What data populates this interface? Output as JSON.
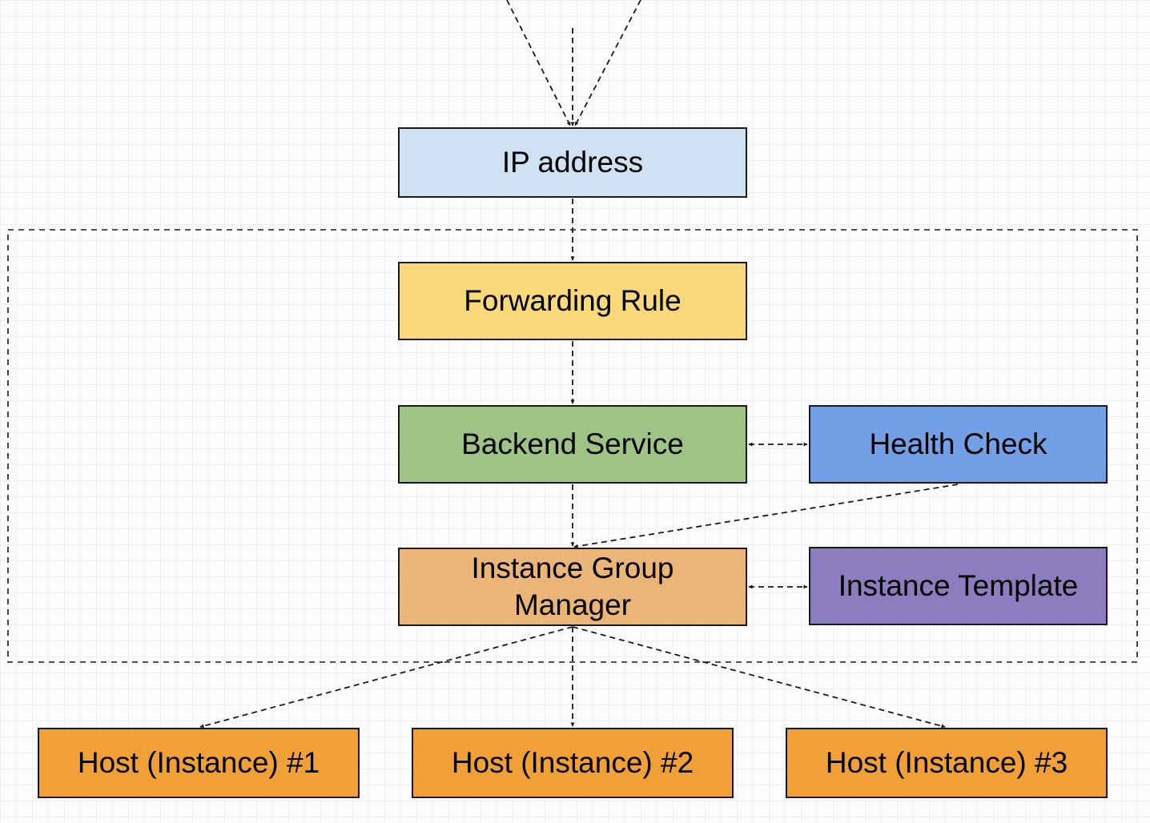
{
  "nodes": {
    "ip_address": {
      "label": "IP address",
      "color": "#cfe2f3"
    },
    "forwarding_rule": {
      "label": "Forwarding Rule",
      "color": "#f9d87a"
    },
    "backend_service": {
      "label": "Backend Service",
      "color": "#9dc385"
    },
    "health_check": {
      "label": "Health Check",
      "color": "#729fe6"
    },
    "instance_group_manager": {
      "label": "Instance Group Manager",
      "color": "#ecb578"
    },
    "instance_template": {
      "label": "Instance Template",
      "color": "#8b7dbe"
    },
    "host_1": {
      "label": "Host (Instance) #1",
      "color": "#f1a037"
    },
    "host_2": {
      "label": "Host (Instance) #2",
      "color": "#f1a037"
    },
    "host_3": {
      "label": "Host (Instance) #3",
      "color": "#f1a037"
    }
  },
  "edges": [
    {
      "from": "ip_address",
      "to": "forwarding_rule",
      "style": "dashed",
      "direction": "forward"
    },
    {
      "from": "forwarding_rule",
      "to": "backend_service",
      "style": "dashed",
      "direction": "forward"
    },
    {
      "from": "backend_service",
      "to": "instance_group_manager",
      "style": "dashed",
      "direction": "forward"
    },
    {
      "from": "health_check",
      "to": "instance_group_manager",
      "style": "dashed",
      "direction": "forward"
    },
    {
      "from": "backend_service",
      "to": "health_check",
      "style": "dashed",
      "direction": "both"
    },
    {
      "from": "instance_group_manager",
      "to": "instance_template",
      "style": "dashed",
      "direction": "both"
    },
    {
      "from": "instance_group_manager",
      "to": "host_1",
      "style": "dashed",
      "direction": "forward"
    },
    {
      "from": "instance_group_manager",
      "to": "host_2",
      "style": "dashed",
      "direction": "forward"
    },
    {
      "from": "instance_group_manager",
      "to": "host_3",
      "style": "dashed",
      "direction": "forward"
    }
  ],
  "incoming_arrows": 3,
  "colors": {
    "stroke": "#1a1a1a"
  }
}
